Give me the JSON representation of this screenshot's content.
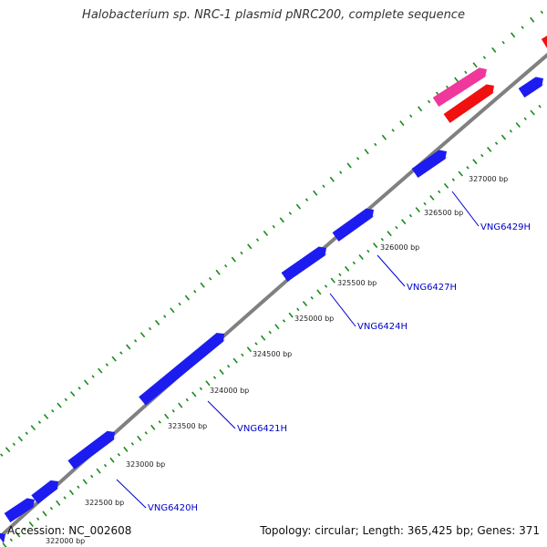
{
  "title": "Halobacterium sp. NRC-1 plasmid pNRC200, complete sequence",
  "footer": {
    "accession": "Accession: NC_002608",
    "topology": "Topology: circular; Length: 365,425 bp; Genes: 371"
  },
  "colors": {
    "backbone": "#808080",
    "gene_cds": "#1c1cf0",
    "feature_pink": "#f0389c",
    "feature_red": "#f01010",
    "ticks": "#1a8a1a",
    "gene_label": "#0000cc"
  },
  "tick_labels": [
    "322000 bp",
    "322500 bp",
    "323000 bp",
    "323500 bp",
    "324000 bp",
    "324500 bp",
    "325000 bp",
    "325500 bp",
    "326000 bp",
    "326500 bp",
    "327000 bp"
  ],
  "gene_labels": [
    "VNG6420H",
    "VNG6421H",
    "VNG6424H",
    "VNG6427H",
    "VNG6429H"
  ]
}
